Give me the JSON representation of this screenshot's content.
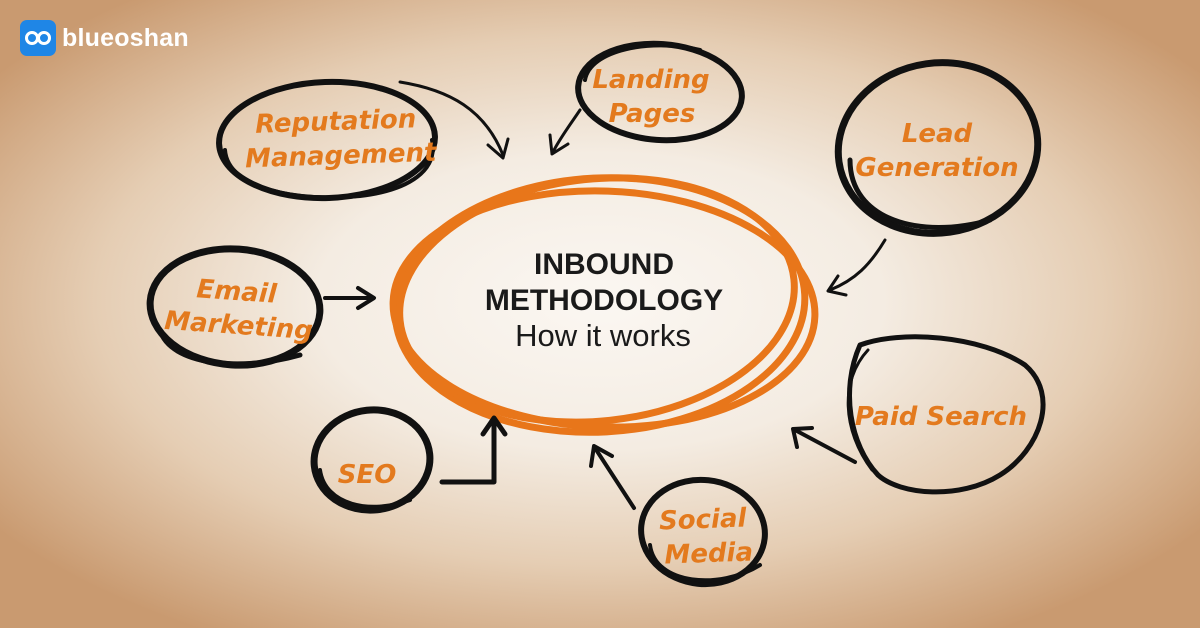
{
  "brand": {
    "name": "blueoshan",
    "icon": "infinity-logo-icon",
    "badge_color": "#1f86e6"
  },
  "center": {
    "title_line1": "INBOUND",
    "title_line2": "METHODOLOGY",
    "subtitle": "How it works",
    "ring_color": "#e8761a"
  },
  "nodes": {
    "reputation": {
      "line1": "Reputation",
      "line2": "Management"
    },
    "landing": {
      "line1": "Landing",
      "line2": "Pages"
    },
    "lead": {
      "line1": "Lead",
      "line2": "Generation"
    },
    "email": {
      "line1": "Email",
      "line2": "Marketing"
    },
    "paid": {
      "line1": "Paid Search"
    },
    "seo": {
      "line1": "SEO"
    },
    "social": {
      "line1": "Social",
      "line2": "Media"
    }
  },
  "colors": {
    "label": "#e37a1e",
    "stroke": "#111111"
  }
}
